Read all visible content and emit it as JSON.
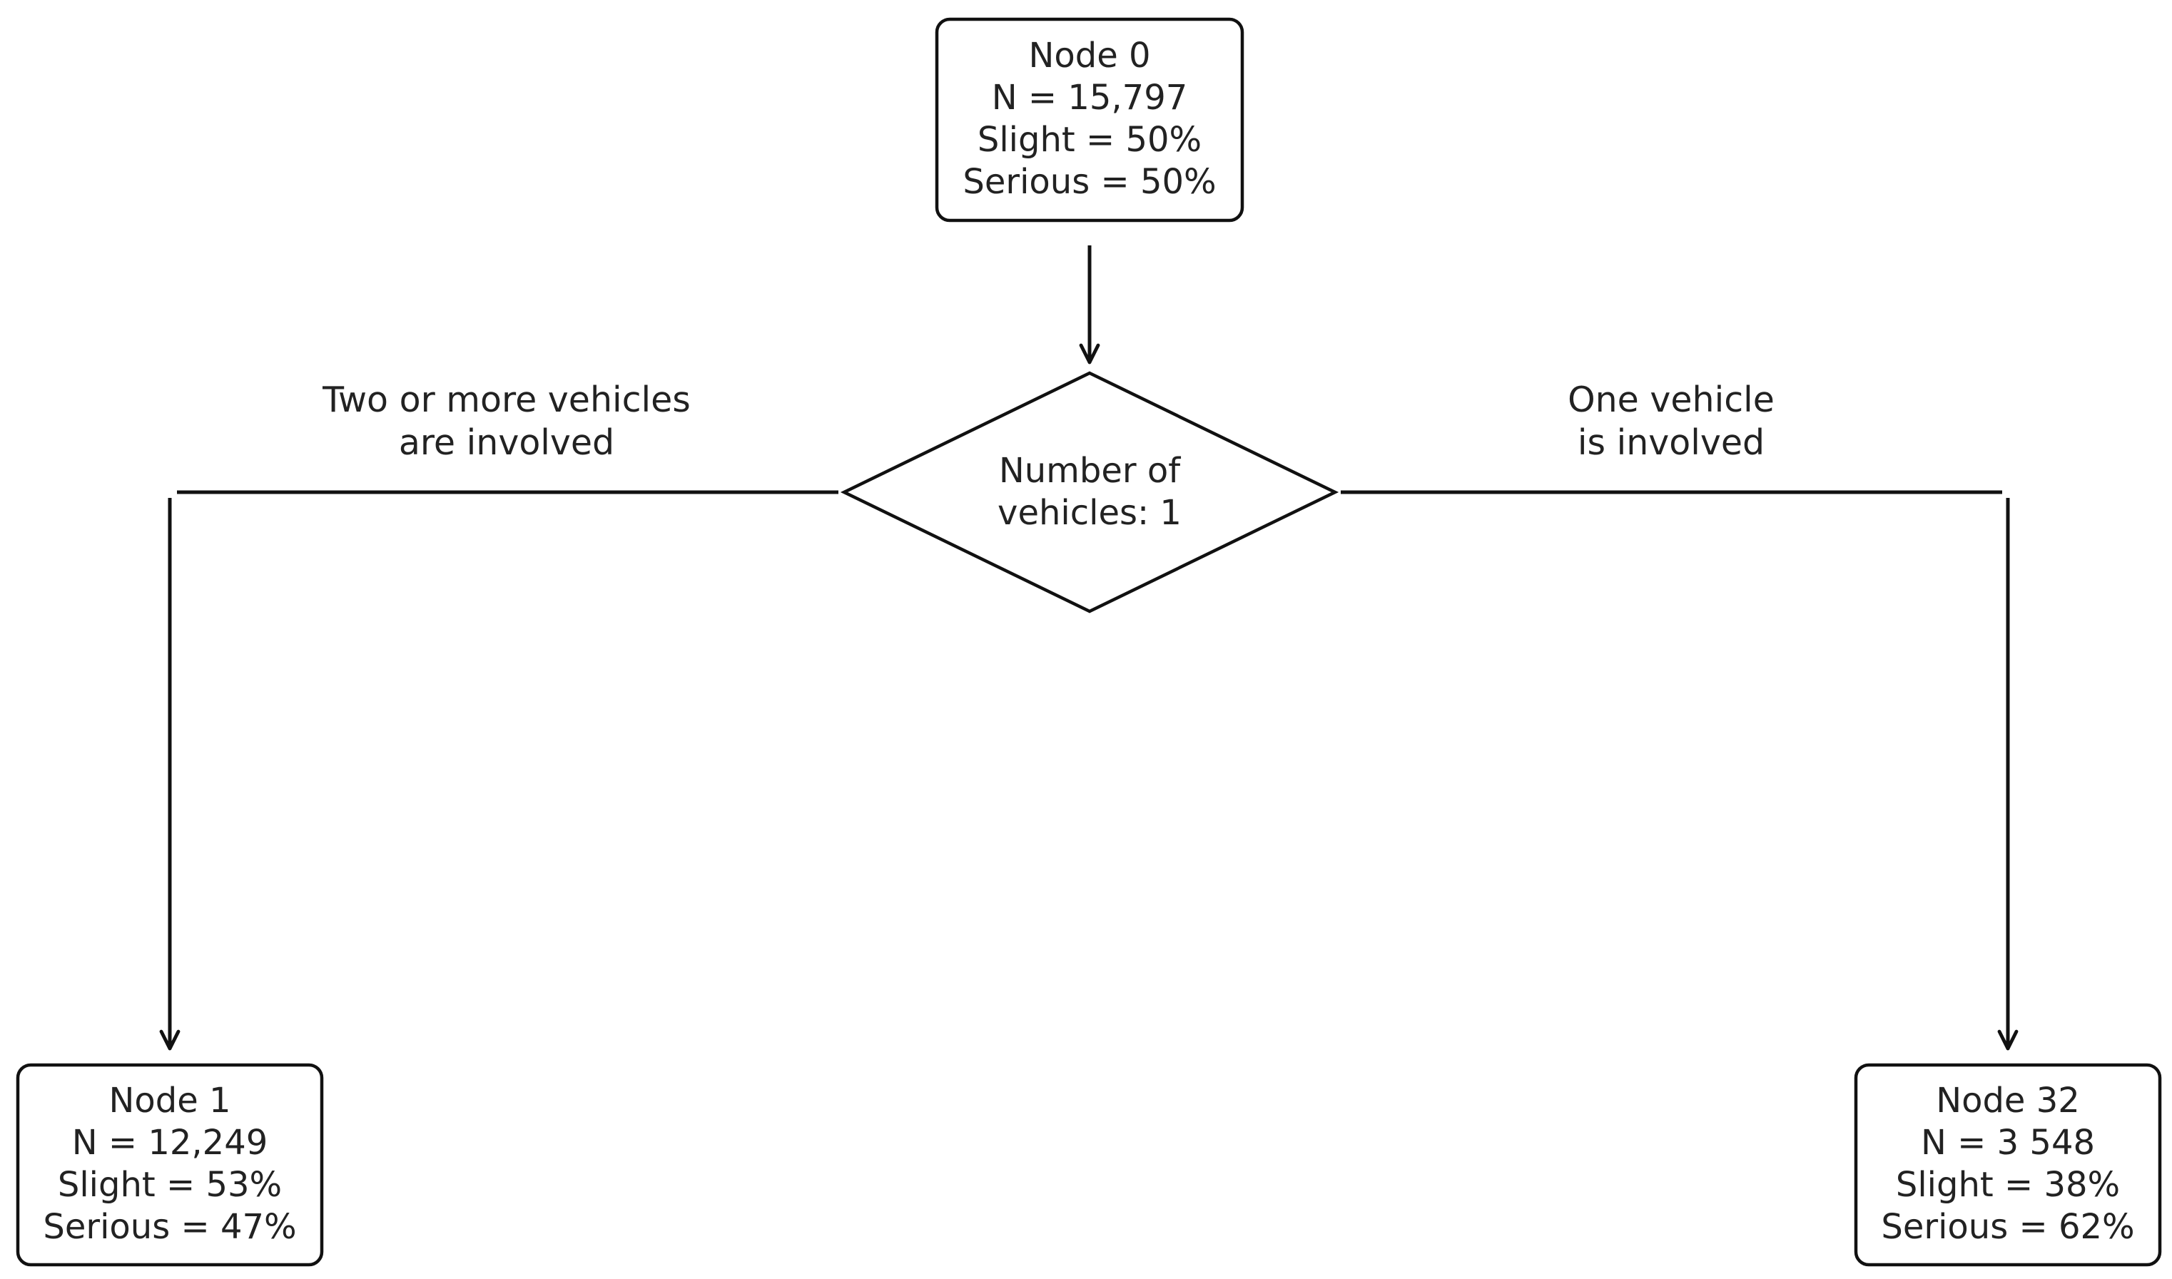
{
  "nodes": {
    "root": {
      "title": "Node 0",
      "n": "N = 15,797",
      "slight": "Slight = 50%",
      "serious": "Serious = 50%"
    },
    "left": {
      "title": "Node 1",
      "n": "N = 12,249",
      "slight": "Slight = 53%",
      "serious": "Serious = 47%"
    },
    "right": {
      "title": "Node 32",
      "n": "N = 3 548",
      "slight": "Slight = 38%",
      "serious": "Serious = 62%"
    }
  },
  "decision": {
    "line1": "Number of",
    "line2": "vehicles: 1"
  },
  "branches": {
    "left": {
      "line1": "Two or more vehicles",
      "line2": "are involved"
    },
    "right": {
      "line1": "One vehicle",
      "line2": "is involved"
    }
  },
  "colors": {
    "stroke": "#111111",
    "text": "#222222",
    "background": "#ffffff"
  }
}
